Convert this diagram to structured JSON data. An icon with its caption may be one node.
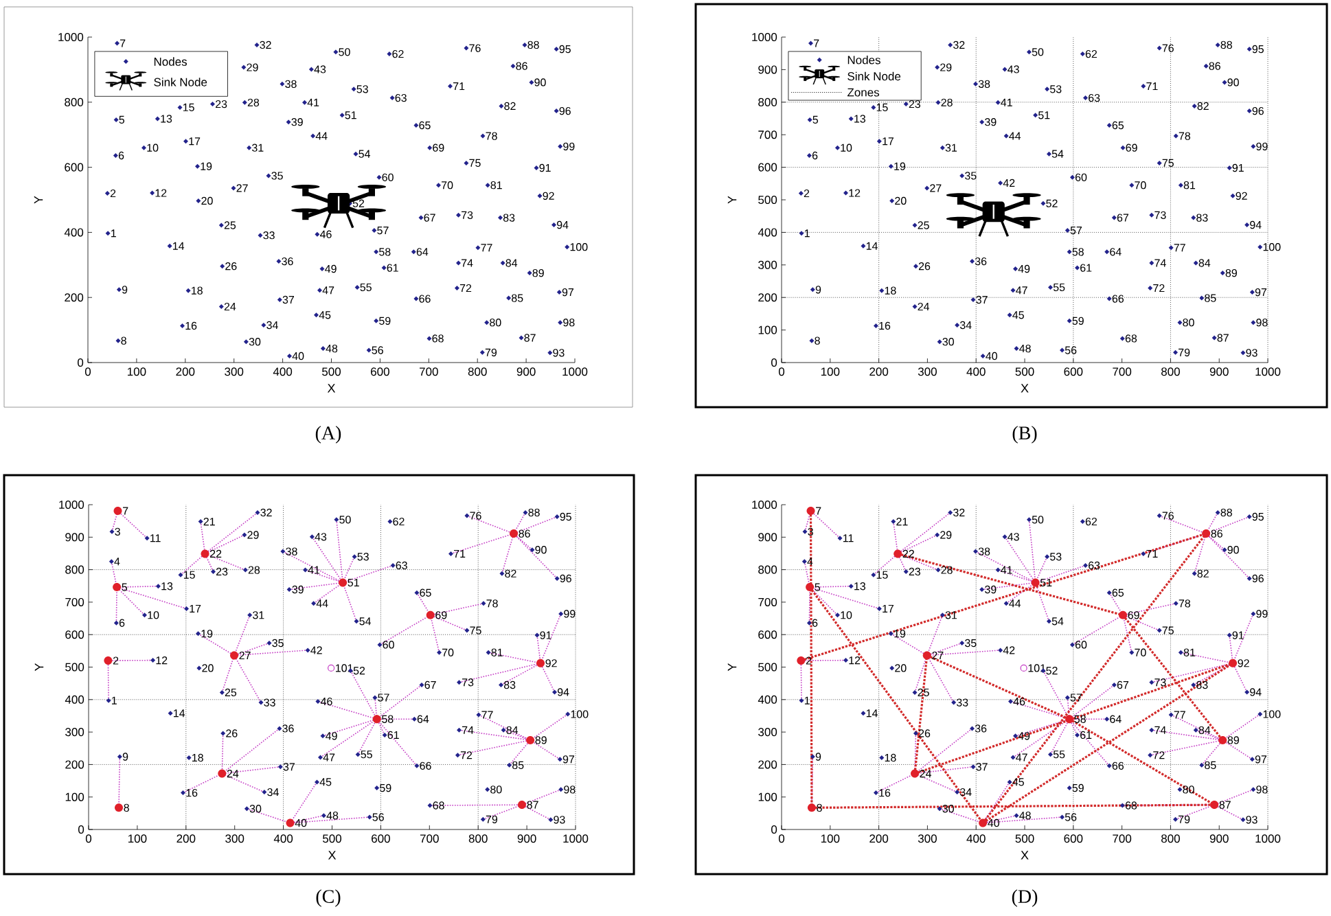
{
  "diagram": {
    "labels": [
      "7",
      "32",
      "50",
      "62",
      "76",
      "88",
      "95",
      "29",
      "43",
      "86",
      "38",
      "71",
      "90",
      "53",
      "23",
      "28",
      "41",
      "63",
      "15",
      "82",
      "96",
      "5",
      "13",
      "51",
      "39",
      "65",
      "17",
      "44",
      "78",
      "10",
      "31",
      "69",
      "99",
      "6",
      "54",
      "19",
      "75",
      "91",
      "35",
      "60",
      "27",
      "70",
      "81",
      "2",
      "12",
      "92",
      "20",
      "52",
      "67",
      "73",
      "83",
      "25",
      "57",
      "94",
      "1",
      "33",
      "46",
      "14",
      "58",
      "64",
      "77",
      "100",
      "26",
      "36",
      "61",
      "74",
      "84",
      "49",
      "89",
      "9",
      "18",
      "47",
      "55",
      "72",
      "97",
      "37",
      "66",
      "85",
      "24",
      "45",
      "59",
      "16",
      "34",
      "80",
      "98",
      "8",
      "30",
      "68",
      "87",
      "40",
      "48",
      "56",
      "79",
      "93",
      "1000",
      "800",
      "600",
      "400",
      "200",
      "0",
      "0",
      "100",
      "200",
      "300",
      "400",
      "500",
      "600",
      "700",
      "800",
      "900",
      "1000",
      "Y",
      "X",
      "(A)",
      "7",
      "32",
      "50",
      "62",
      "76",
      "88",
      "95",
      "29",
      "43",
      "86",
      "38",
      "71",
      "90",
      "53",
      "23",
      "28",
      "41",
      "63",
      "15",
      "82",
      "96",
      "5",
      "13",
      "51",
      "39",
      "65",
      "17",
      "44",
      "78",
      "10",
      "31",
      "69",
      "99",
      "6",
      "54",
      "19",
      "75",
      "91",
      "35",
      "60",
      "27",
      "42",
      "70",
      "81",
      "2",
      "12",
      "92",
      "20",
      "52",
      "67",
      "73",
      "83",
      "25",
      "57",
      "94",
      "1",
      "14",
      "58",
      "64",
      "77",
      "100",
      "26",
      "36",
      "61",
      "74",
      "84",
      "49",
      "89",
      "9",
      "18",
      "47",
      "55",
      "72",
      "97",
      "37",
      "66",
      "85",
      "24",
      "45",
      "59",
      "16",
      "34",
      "80",
      "98",
      "8",
      "30",
      "68",
      "87",
      "40",
      "48",
      "56",
      "79",
      "93",
      "1000",
      "900",
      "800",
      "700",
      "600",
      "500",
      "400",
      "300",
      "200",
      "100",
      "0",
      "0",
      "100",
      "200",
      "300",
      "400",
      "500",
      "600",
      "700",
      "800",
      "900",
      "1000",
      "Y",
      "X",
      "(B)",
      "7",
      "21",
      "32",
      "50",
      "62",
      "76",
      "88",
      "95",
      "3",
      "11",
      "29",
      "43",
      "86",
      "22",
      "38",
      "71",
      "90",
      "4",
      "53",
      "23",
      "28",
      "41",
      "63",
      "15",
      "82",
      "96",
      "5",
      "13",
      "51",
      "39",
      "65",
      "17",
      "44",
      "78",
      "10",
      "31",
      "69",
      "99",
      "6",
      "54",
      "19",
      "75",
      "91",
      "35",
      "60",
      "27",
      "42",
      "70",
      "81",
      "2",
      "12",
      "92",
      "20",
      "101",
      "52",
      "67",
      "73",
      "83",
      "25",
      "57",
      "94",
      "1",
      "33",
      "46",
      "14",
      "58",
      "64",
      "77",
      "100",
      "26",
      "36",
      "61",
      "74",
      "84",
      "49",
      "89",
      "9",
      "18",
      "47",
      "55",
      "72",
      "97",
      "37",
      "66",
      "85",
      "24",
      "45",
      "59",
      "16",
      "34",
      "80",
      "98",
      "8",
      "30",
      "68",
      "87",
      "40",
      "48",
      "56",
      "79",
      "93",
      "1000",
      "900",
      "800",
      "700",
      "600",
      "500",
      "400",
      "300",
      "200",
      "100",
      "0",
      "0",
      "100",
      "200",
      "300",
      "400",
      "500",
      "600",
      "700",
      "800",
      "900",
      "1000",
      "Y",
      "X",
      "(C)",
      "7",
      "21",
      "32",
      "50",
      "62",
      "76",
      "88",
      "95",
      "3",
      "11",
      "29",
      "43",
      "86",
      "22",
      "38",
      "71",
      "90",
      "4",
      "53",
      "23",
      "28",
      "41",
      "63",
      "15",
      "82",
      "96",
      "5",
      "13",
      "51",
      "39",
      "65",
      "17",
      "44",
      "78",
      "10",
      "31",
      "69",
      "99",
      "6",
      "54",
      "19",
      "75",
      "91",
      "35",
      "60",
      "27",
      "42",
      "70",
      "81",
      "2",
      "12",
      "92",
      "20",
      "101",
      "52",
      "67",
      "73",
      "83",
      "25",
      "57",
      "94",
      "1",
      "33",
      "46",
      "14",
      "58",
      "64",
      "77",
      "100",
      "26",
      "36",
      "61",
      "74",
      "84",
      "49",
      "89",
      "9",
      "18",
      "47",
      "55",
      "72",
      "97",
      "37",
      "66",
      "85",
      "24",
      "45",
      "59",
      "16",
      "34",
      "80",
      "98",
      "8",
      "30",
      "68",
      "87",
      "40",
      "48",
      "56",
      "79",
      "93",
      "1000",
      "900",
      "800",
      "700",
      "600",
      "500",
      "400",
      "300",
      "200",
      "100",
      "0",
      "0",
      "100",
      "200",
      "300",
      "400",
      "500",
      "600",
      "700",
      "800",
      "900",
      "1000",
      "Y",
      "X",
      "(D)"
    ],
    "legend": [
      {
        "text": "Nodes"
      },
      {
        "text": "Sink Node"
      },
      {
        "text": "Nodes"
      },
      {
        "text": "Sink Node"
      },
      {
        "text": "Zones"
      }
    ]
  }
}
